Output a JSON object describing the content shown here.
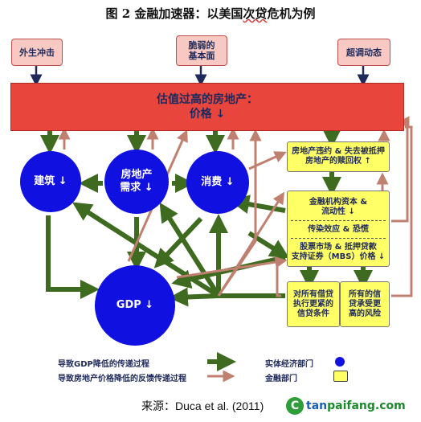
{
  "title": {
    "prefix": "图 2  金融加速器：以美国",
    "underlined": "次贷",
    "suffix": "危机为例"
  },
  "top_factors": [
    {
      "label": "外生冲击"
    },
    {
      "label": "脆弱的\n基本面"
    },
    {
      "label": "超调动态"
    }
  ],
  "housing_bar": {
    "line1": "估值过高的房地产：",
    "line2": "价格 ↓"
  },
  "real_sector": [
    {
      "label": "建筑 ↓"
    },
    {
      "label": "房地产\n需求 ↓"
    },
    {
      "label": "消费 ↓"
    },
    {
      "label": "GDP ↓"
    }
  ],
  "financial_sector": {
    "foreclosure": "房地产违约 & 失去被抵押\n房地产的赎回权 ↑",
    "bank_capital": "金融机构资本 &\n流动性 ↓",
    "contagion": "传染效应 & 恐慌",
    "mbs": "股票市场 & 抵押贷款\n支持证券（MBS）价格 ↓",
    "credit_terms": "对所有借贷\n执行更紧的\n信贷条件",
    "risk_premium": "所有的信\n贷承受更\n高的风险"
  },
  "legend": {
    "gdp_channel": "导致GDP降低的传递过程",
    "feedback_channel": "导致房地产价格降低的反馈传递过程",
    "real_sector": "实体经济部门",
    "financial_sector": "金融部门"
  },
  "source": "来源：Duca et al. (2011)",
  "watermark": {
    "prefix": "tan",
    "suffix": "paifang.com",
    "logo": "C"
  },
  "colors": {
    "green_arrow": "#3e6b1f",
    "brown_arrow": "#c08070",
    "navy_arrow": "#1f2a5a",
    "circle_blue": "#1010e0",
    "red_bar": "#e8453c",
    "pink_box": "#f7c9c2",
    "yellow_box": "#ffff66"
  }
}
